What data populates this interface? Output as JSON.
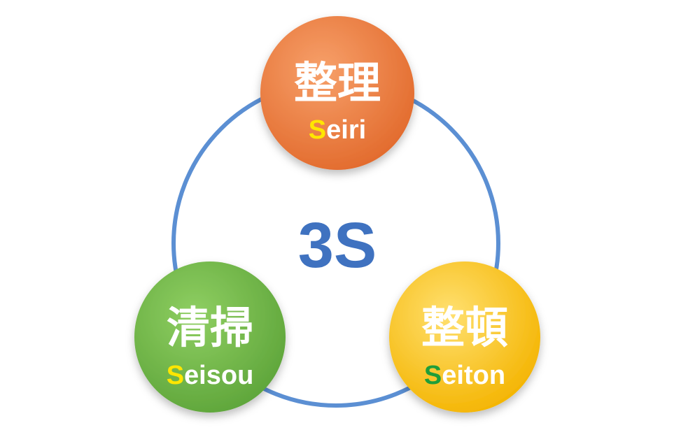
{
  "center": {
    "label": "3S",
    "color": "#3f72c0"
  },
  "ring_color": "#5b8fd3",
  "nodes": [
    {
      "id": "seiri",
      "kanji": "整理",
      "initial": "S",
      "rest": "eiri",
      "color_light": "#f7a06a",
      "color_dark": "#e26a2c",
      "initial_color": "#ffe600",
      "text_color": "#ffffff"
    },
    {
      "id": "seiton",
      "kanji": "整頓",
      "initial": "S",
      "rest": "eiton",
      "color_light": "#ffe070",
      "color_dark": "#f4b400",
      "initial_color": "#1f9e3a",
      "text_color": "#ffffff"
    },
    {
      "id": "seisou",
      "kanji": "清掃",
      "initial": "S",
      "rest": "eisou",
      "color_light": "#8fcf62",
      "color_dark": "#5ea53a",
      "initial_color": "#ffe600",
      "text_color": "#ffffff"
    }
  ]
}
